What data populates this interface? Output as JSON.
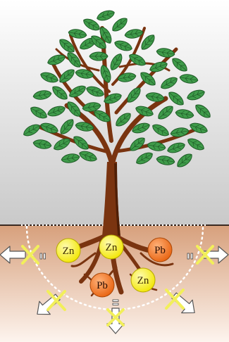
{
  "colors": {
    "sky_top": "#ffffff",
    "sky_bottom": "#c9c9c9",
    "soil_top": "#d7a07c",
    "soil_bottom": "#fdf4ee",
    "ground_line": "#3a2a22",
    "trunk": "#7a3410",
    "trunk_dark": "#4f1f06",
    "leaf": "#3f9b4a",
    "leaf_dark": "#1d5a25",
    "zinc": "#f2e600",
    "lead": "#e8620e",
    "cross": "#f2ef5a",
    "arrow_fill": "#ffffff",
    "arrow_stroke": "#555555",
    "dotted": "#ffffff"
  },
  "ions": [
    {
      "symbol": "Zn",
      "kind": "zinc"
    },
    {
      "symbol": "Zn",
      "kind": "zinc"
    },
    {
      "symbol": "Pb",
      "kind": "lead"
    },
    {
      "symbol": "Pb",
      "kind": "lead"
    },
    {
      "symbol": "Zn",
      "kind": "zinc"
    }
  ],
  "arrows": [
    {
      "direction": "left",
      "blocked": true
    },
    {
      "direction": "down-left",
      "blocked": true
    },
    {
      "direction": "down",
      "blocked": true
    },
    {
      "direction": "down-right",
      "blocked": true
    },
    {
      "direction": "right",
      "blocked": true
    }
  ],
  "charge_signs": [
    "−",
    "−",
    "−"
  ]
}
